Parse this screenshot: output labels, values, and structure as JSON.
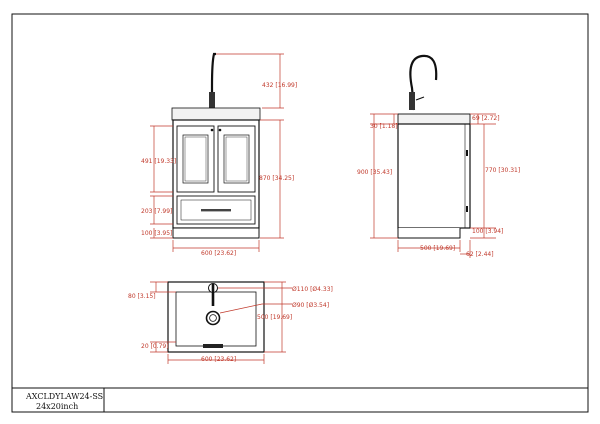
{
  "title_block": {
    "model": "AXCLDYLAW24-SS",
    "size": "24x20inch"
  },
  "front_view": {
    "faucet_height": "432 [16.99]",
    "door_height": "491 [19.33]",
    "total_height": "870 [34.25]",
    "drawer_height": "203 [7.99]",
    "base_height": "100 [3.95]",
    "width": "600 [23.62]"
  },
  "side_view": {
    "top_thickness": "30 [1.18]",
    "total_height": "900 [35.43]",
    "backsplash": "69 [2.72]",
    "cabinet_height": "770 [30.31]",
    "toe_kick_height": "100 [3.94]",
    "depth": "500 [19.69]",
    "toe_kick_depth": "62 [2.44]"
  },
  "top_view": {
    "faucet_hole_offset": "80 [3.15]",
    "faucet_hole_dia": "Ø110 [Ø4.33]",
    "drain_dia": "Ø90 [Ø3.54]",
    "depth": "500 [19.69]",
    "front_lip": "20 [0.79]",
    "width": "600 [23.62]"
  }
}
